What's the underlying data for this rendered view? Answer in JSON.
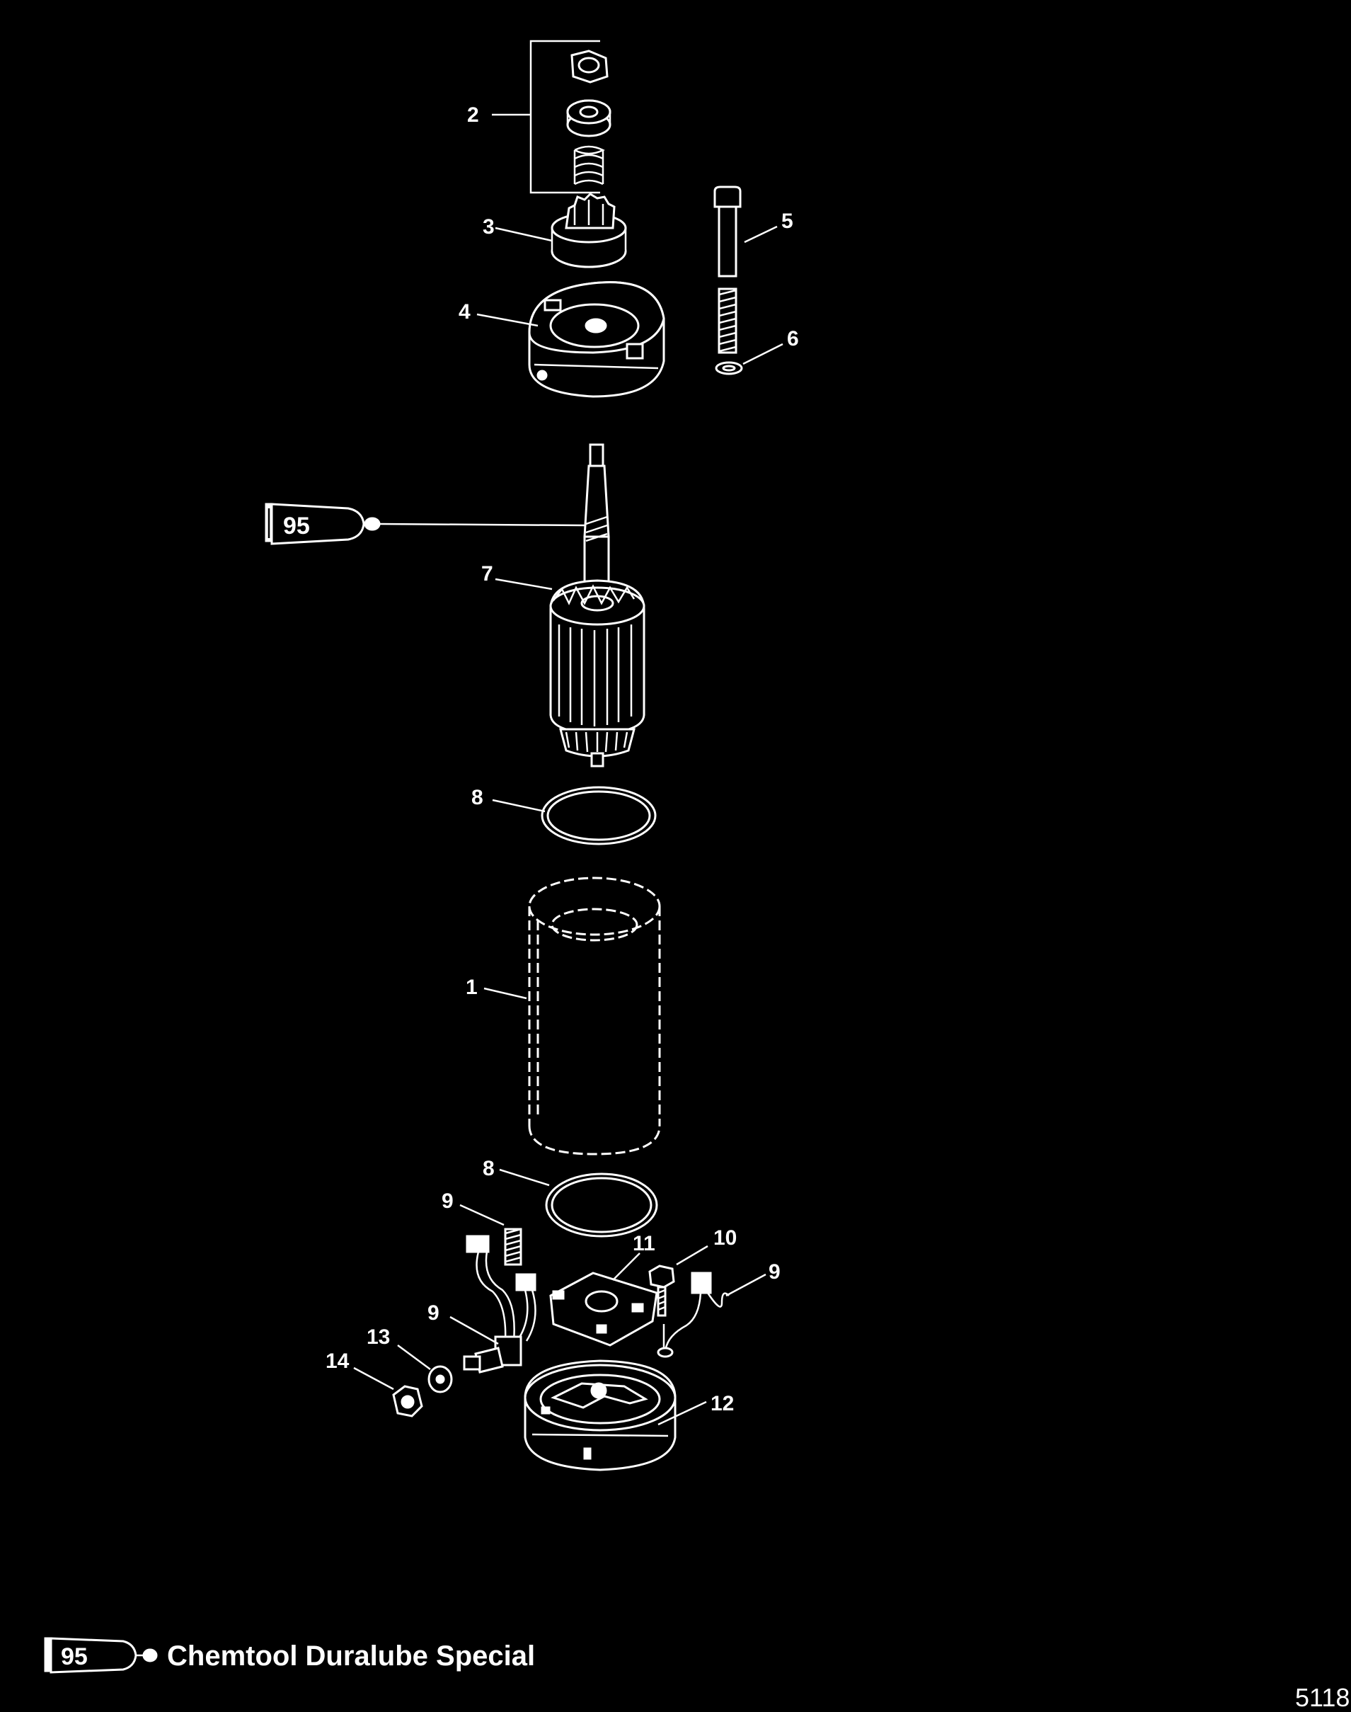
{
  "callouts": {
    "c1": "1",
    "c2": "2",
    "c3": "3",
    "c4": "4",
    "c5": "5",
    "c6": "6",
    "c7": "7",
    "c8a": "8",
    "c8b": "8",
    "c9a": "9",
    "c9b": "9",
    "c9c": "9",
    "c10": "10",
    "c11": "11",
    "c12": "12",
    "c13": "13",
    "c14": "14"
  },
  "lubricant": {
    "code": "95",
    "name": "Chemtool Duralube Special"
  },
  "document_number": "5118"
}
